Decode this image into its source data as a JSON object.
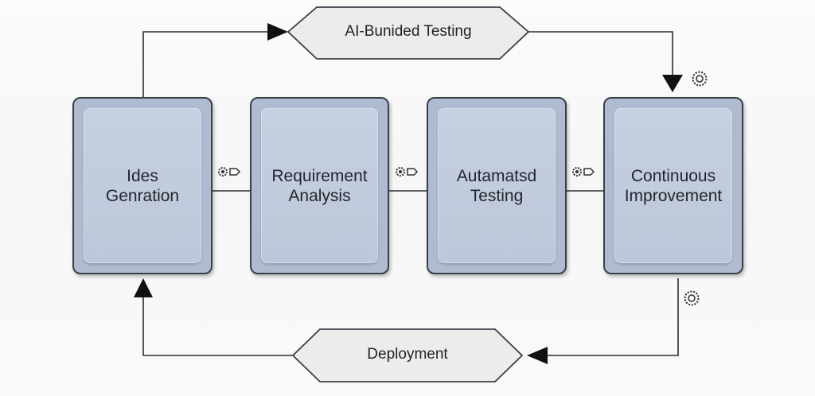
{
  "diagram": {
    "top_hexagon": {
      "label": "AI-Bunided Testing"
    },
    "bottom_hexagon": {
      "label": "Deployment"
    },
    "stages": [
      {
        "id": "idea",
        "label": "Ides\nGenration"
      },
      {
        "id": "requirements",
        "label": "Requirement\nAnalysis"
      },
      {
        "id": "testing",
        "label": "Autamatsd\nTesting"
      },
      {
        "id": "improvement",
        "label": "Continuous\nImprovement"
      }
    ]
  },
  "colors": {
    "box_fill": "#aebbd0",
    "box_inner": "#c6d0e0",
    "outline": "#3a3f48",
    "hex_fill": "#ececec",
    "line": "#2b2e33"
  },
  "icons": {
    "connector": "gear-arrow-icon",
    "corner": "gear-icon"
  }
}
